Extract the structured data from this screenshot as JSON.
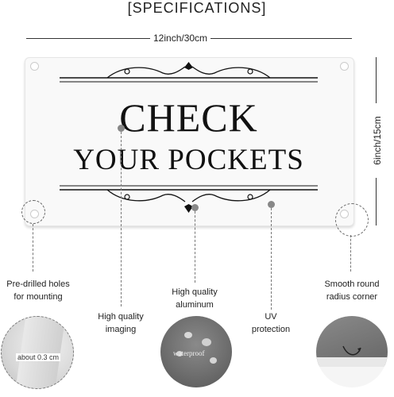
{
  "title": "[SPECIFICATIONS]",
  "dimensions": {
    "width": "12inch/30cm",
    "height": "6inch/15cm"
  },
  "sign": {
    "line1": "CHECK",
    "line2": "YOUR POCKETS"
  },
  "features": {
    "holes": "Pre-drilled holes for mounting",
    "imaging": "High quality imaging",
    "aluminum": "High quality aluminum",
    "uv": "UV protection",
    "corner": "Smooth round radius corner"
  },
  "details": {
    "thickness": "about 0.3 cm",
    "waterproof": "waterproof"
  },
  "colors": {
    "sign_bg": "#f9f9f9",
    "text": "#111111",
    "swatch_gray": "#6e6e6e"
  }
}
